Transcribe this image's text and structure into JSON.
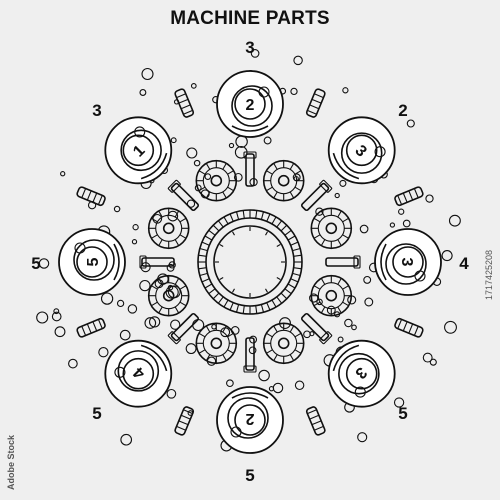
{
  "title": "MACHINE PARTS",
  "colors": {
    "background": "#efefef",
    "ink": "#111111"
  },
  "outer_labels": [
    "3",
    "2",
    "4",
    "5",
    "5",
    "5",
    "5",
    "3"
  ],
  "disc_numbers": [
    "2",
    "3",
    "3",
    "3",
    "2",
    "4",
    "5",
    "1"
  ],
  "stock_id": "1717425208",
  "stock_logo": "Adobe Stock",
  "icons": [
    "gear-icon",
    "piston-icon",
    "bearing-icon",
    "spring-icon",
    "wrench-icon",
    "bolt-icon"
  ]
}
